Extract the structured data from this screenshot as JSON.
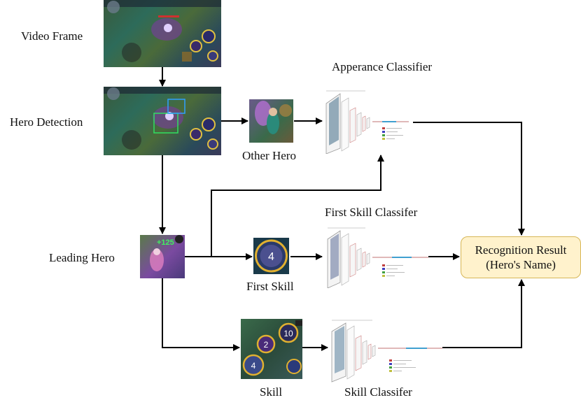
{
  "labels": {
    "video_frame": "Video Frame",
    "hero_detection": "Hero Detection",
    "leading_hero": "Leading Hero",
    "other_hero": "Other Hero",
    "first_skill": "First Skill",
    "skill": "Skill",
    "appearance_classifier": "Apperance Classifier",
    "first_skill_classifier": "First Skill Classifer",
    "skill_classifier": "Skill Classifer"
  },
  "result": {
    "line1": "Recognition Result",
    "line2": "(Hero's Name)"
  },
  "badges": {
    "first_skill_number": "4",
    "skill_number_top": "2",
    "skill_number_right": "10",
    "skill_number_bottom": "4"
  },
  "colors": {
    "result_fill": "#fff2cc",
    "result_border": "#d6b656",
    "arrow": "#000000"
  }
}
